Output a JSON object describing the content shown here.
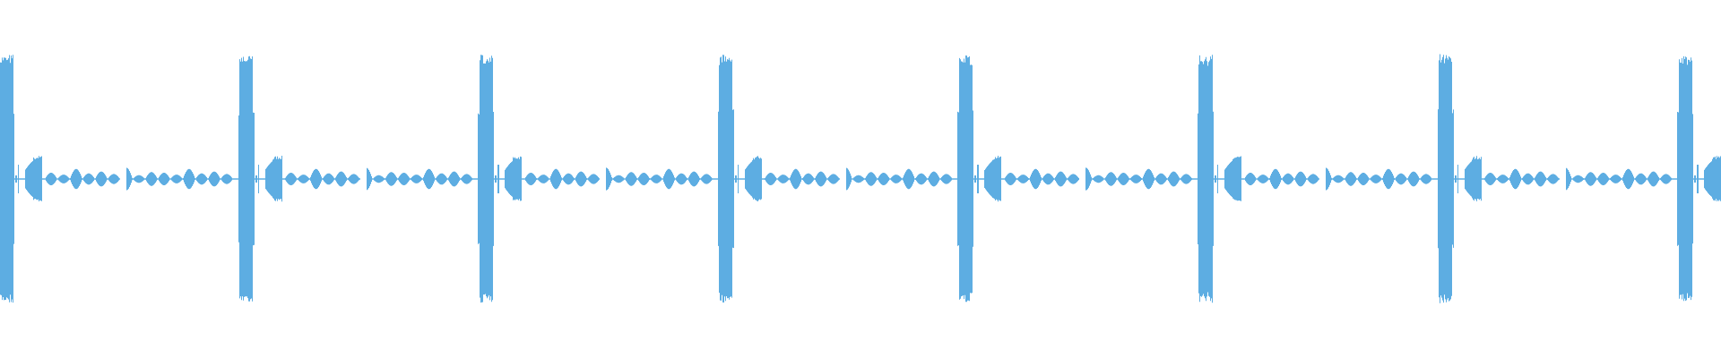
{
  "waveform": {
    "color": "#5dade2",
    "background": "#ffffff",
    "burst_count": 8,
    "peak_amplitude": 0.68,
    "echo_amplitude": 0.11,
    "tail_amplitude": 0.035
  }
}
